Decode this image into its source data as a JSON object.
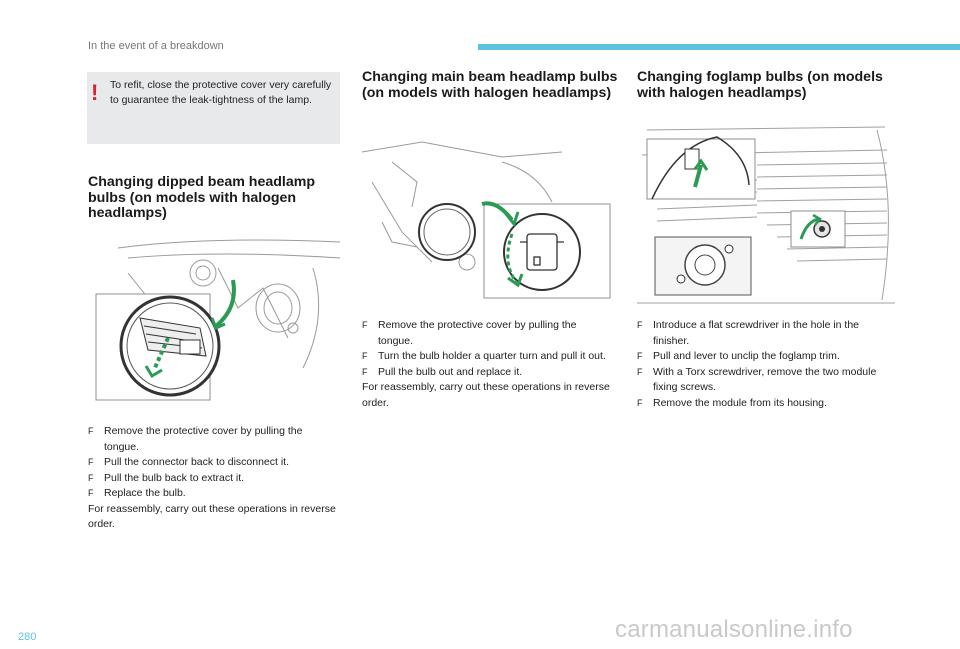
{
  "header": {
    "section_title": "In the event of a breakdown"
  },
  "warning": {
    "icon": "!",
    "text": "To refit, close the protective cover very carefully to guarantee the leak-tightness of the lamp."
  },
  "sections": {
    "dipped": {
      "title": "Changing dipped beam headlamp bulbs (on models with halogen headlamps)",
      "steps": [
        "Remove the protective cover by pulling the tongue.",
        "Pull the connector back to disconnect it.",
        "Pull the bulb back to extract it.",
        "Replace the bulb."
      ],
      "note": "For reassembly, carry out these operations in reverse order."
    },
    "main": {
      "title": "Changing main beam headlamp bulbs (on models with halogen headlamps)",
      "steps": [
        "Remove the protective cover by pulling the tongue.",
        "Turn the bulb holder a quarter turn and pull it out.",
        "Pull the bulb out and replace it."
      ],
      "note": "For reassembly, carry out these operations in reverse order."
    },
    "fog": {
      "title": "Changing foglamp bulbs (on models with halogen headlamps)",
      "steps": [
        "Introduce a flat screwdriver in the hole in the finisher.",
        "Pull and lever to unclip the foglamp trim.",
        "With a Torx screwdriver, remove the two module fixing screws.",
        "Remove the module from its housing."
      ]
    }
  },
  "bullet_marker": "F",
  "page_number": "280",
  "watermark": "carmanualsonline.info",
  "colors": {
    "accent": "#5bc2df",
    "warning": "#d6202a",
    "arrow": "#2b9a55"
  }
}
